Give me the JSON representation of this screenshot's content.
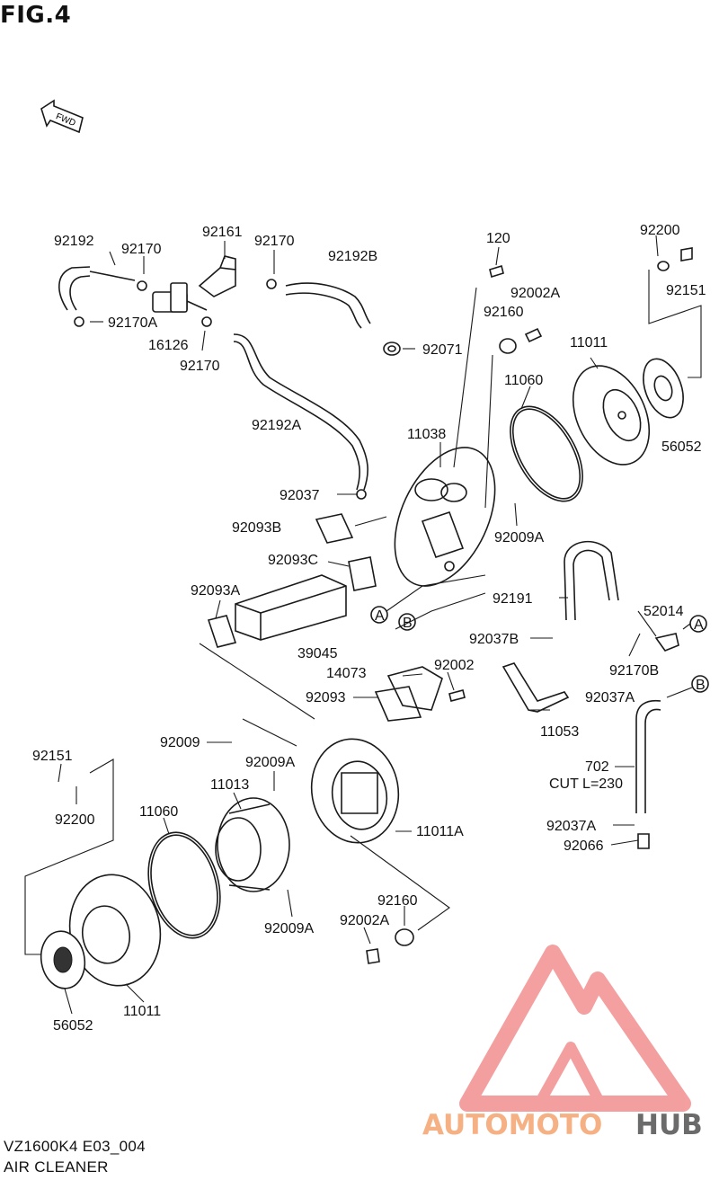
{
  "figure": {
    "title": "FIG.4",
    "fwd_label": "FWD"
  },
  "footer": {
    "code": "VZ1600K4 E03_004",
    "name": "AIR CLEANER"
  },
  "watermark": {
    "text_a": "AUTOMOTO",
    "text_b": "HUB",
    "color_a": "#f5b183",
    "color_b": "#6b6b6b",
    "mark_color": "#f08080"
  },
  "labels": {
    "p92192": "92192",
    "p92170_a": "92170",
    "p92161": "92161",
    "p92170_b": "92170",
    "p92192B": "92192B",
    "p120": "120",
    "p92200_top": "92200",
    "p92151_top": "92151",
    "p92170A": "92170A",
    "p16126": "16126",
    "p92170_c": "92170",
    "p92071": "92071",
    "p92002A_top": "92002A",
    "p92160_top": "92160",
    "p11011_top": "11011",
    "p11060_top": "11060",
    "p92192A": "92192A",
    "p11038": "11038",
    "p56052_top": "56052",
    "p92037": "92037",
    "p92093B": "92093B",
    "p92009A_r": "92009A",
    "p92093C": "92093C",
    "p92191": "92191",
    "p92093A": "92093A",
    "p52014": "52014",
    "callout_A1": "A",
    "callout_B1": "B",
    "p39045": "39045",
    "p92037B": "92037B",
    "callout_A2": "A",
    "p14073": "14073",
    "p92002": "92002",
    "p92170B": "92170B",
    "p92093": "92093",
    "p92037A_top": "92037A",
    "callout_B2": "B",
    "p11053": "11053",
    "p92009": "92009",
    "p92151_bot": "92151",
    "p702": "702",
    "p702_cut": "CUT L=230",
    "p92009A_mid": "92009A",
    "p11013": "11013",
    "p92200_bot": "92200",
    "p11060_bot": "11060",
    "p11011A": "11011A",
    "p92037A_bot": "92037A",
    "p92066": "92066",
    "p92009A_low": "92009A",
    "p92160_bot": "92160",
    "p92002A_bot": "92002A",
    "p11011_bot": "11011",
    "p56052_bot": "56052"
  }
}
